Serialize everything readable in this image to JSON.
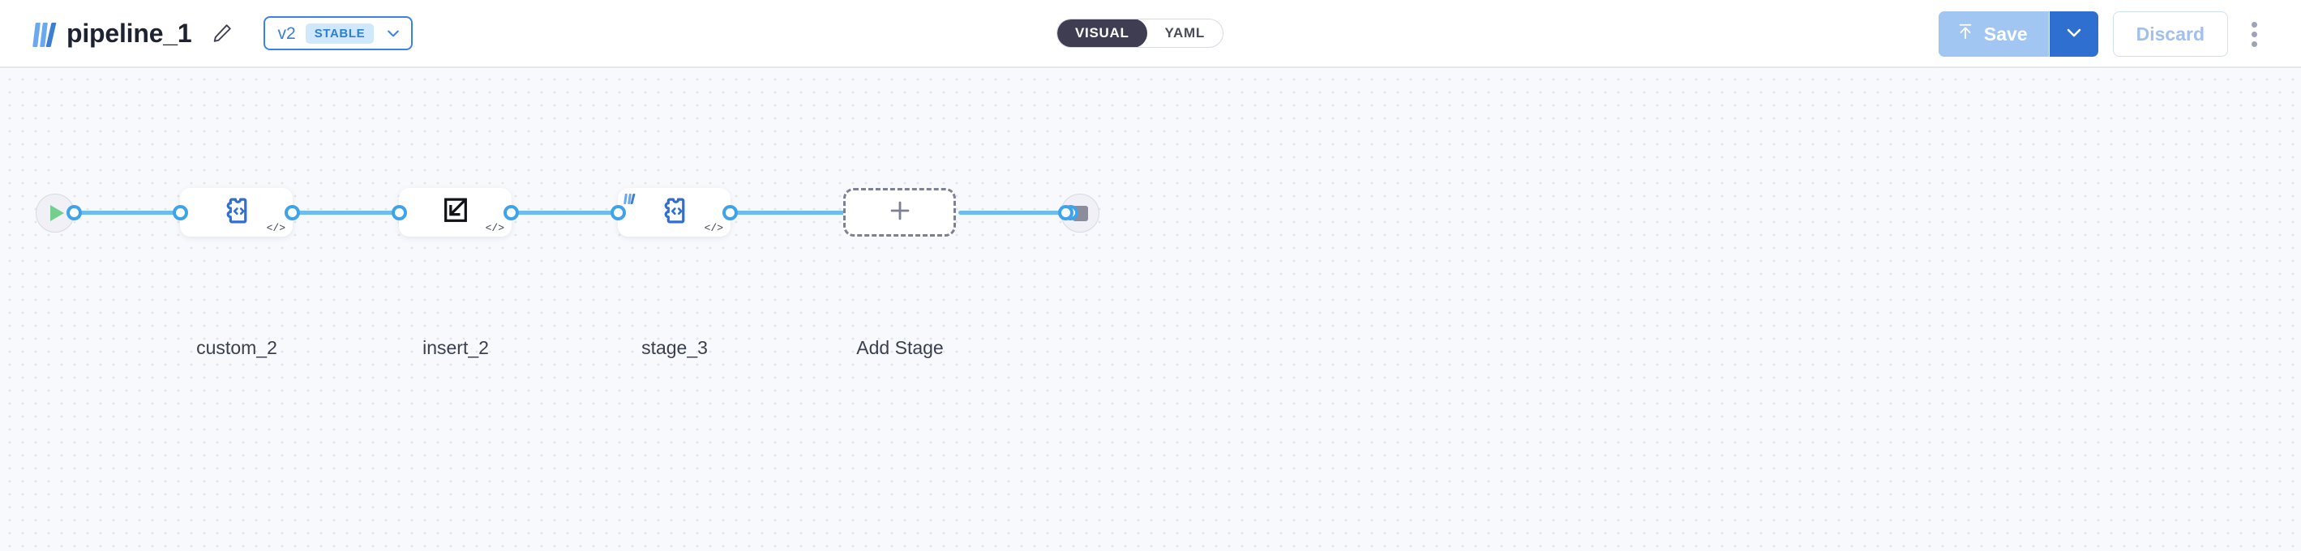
{
  "header": {
    "logo_icon": "stacked-bars-logo-icon",
    "title": "pipeline_1",
    "edit_icon": "pencil-icon",
    "version": {
      "label": "v2",
      "badge": "STABLE",
      "caret_icon": "chevron-down-icon"
    },
    "view_toggle": {
      "options": [
        {
          "label": "VISUAL",
          "active": true
        },
        {
          "label": "YAML",
          "active": false
        }
      ]
    },
    "actions": {
      "save_label": "Save",
      "save_icon": "upload-icon",
      "save_dropdown_icon": "chevron-down-icon",
      "discard_label": "Discard",
      "more_icon": "kebab-menu-icon"
    },
    "colors": {
      "accent_blue": "#3b82e8",
      "save_disabled": "#a2c6f2",
      "save_dropdown": "#2f6fd0",
      "toggle_active": "#3f3d51",
      "badge_bg": "#cfe8fb"
    }
  },
  "canvas": {
    "background": "#f8f9fc",
    "edge_color": "#6ebdf0",
    "start_node": {
      "icon": "play-icon",
      "color": "#74cf8e"
    },
    "end_node": {
      "icon": "stop-icon",
      "color": "#8b8d9c"
    },
    "stages": [
      {
        "label": "custom_2",
        "icon": "code-puzzle-icon",
        "badge": "</>",
        "has_logo": false
      },
      {
        "label": "insert_2",
        "icon": "insert-arrow-icon",
        "badge": "</>",
        "has_logo": false
      },
      {
        "label": "stage_3",
        "icon": "code-puzzle-icon",
        "badge": "</>",
        "has_logo": true
      }
    ],
    "add_stage": {
      "label": "Add Stage",
      "icon": "plus-icon"
    }
  }
}
